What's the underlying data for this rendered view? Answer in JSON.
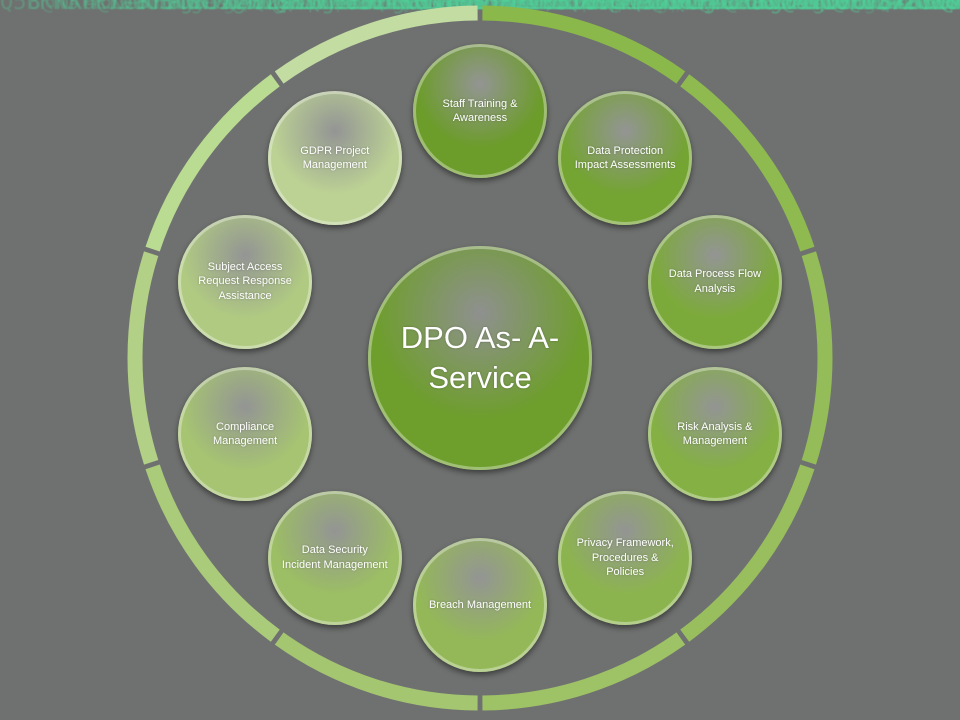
{
  "center": {
    "label": "DPO As- A- Service",
    "color": "#6e9e2c"
  },
  "nodes": [
    {
      "label": "Staff Training & Awareness",
      "color": "#6c9c2a"
    },
    {
      "label": "Data Protection Impact Assessments",
      "color": "#74a432"
    },
    {
      "label": "Data Process Flow Analysis",
      "color": "#7caa3a"
    },
    {
      "label": "Risk Analysis & Management",
      "color": "#84b044"
    },
    {
      "label": "Privacy Framework, Procedures & Policies",
      "color": "#8cb44e"
    },
    {
      "label": "Breach Management",
      "color": "#94b858"
    },
    {
      "label": "Data Security Incident Management",
      "color": "#9cbe64"
    },
    {
      "label": "Compliance Management",
      "color": "#a6c472"
    },
    {
      "label": "Subject Access Request Response Assistance",
      "color": "#b0ca82"
    },
    {
      "label": "GDPR Project Management",
      "color": "#bcd294"
    }
  ]
}
